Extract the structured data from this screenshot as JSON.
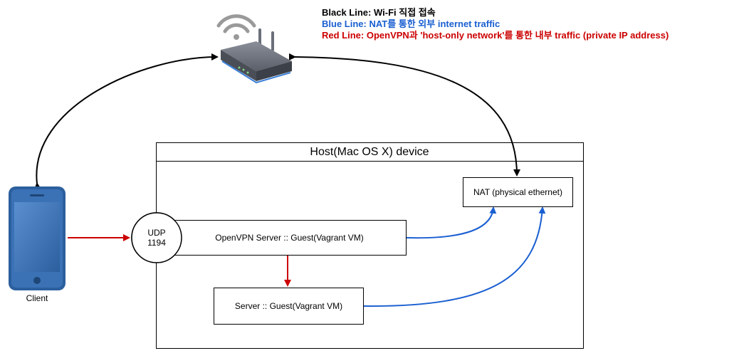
{
  "legend": {
    "black_prefix": "Black Line:",
    "black_text": " Wi-Fi 직접 접속",
    "blue_prefix": "Blue Line:",
    "blue_text": " NAT를 통한 외부 internet traffic",
    "red_prefix": "Red Line:",
    "red_text": " OpenVPN과 'host-only network'를 통한 내부 traffic (private IP address)"
  },
  "host": {
    "title": "Host(Mac OS X) device"
  },
  "nat": {
    "label": "NAT (physical ethernet)"
  },
  "openvpn": {
    "label": "OpenVPN Server :: Guest(Vagrant VM)"
  },
  "server": {
    "label": "Server :: Guest(Vagrant VM)"
  },
  "udp": {
    "line1": "UDP",
    "line2": "1194"
  },
  "client": {
    "label": "Client"
  },
  "colors": {
    "black": "#000000",
    "blue": "#1a5fd1",
    "red": "#cc0000",
    "phone": "#2c5f9e",
    "router": "#6b6f7a"
  },
  "icons": {
    "router": "wifi-router-icon",
    "phone": "smartphone-icon"
  }
}
